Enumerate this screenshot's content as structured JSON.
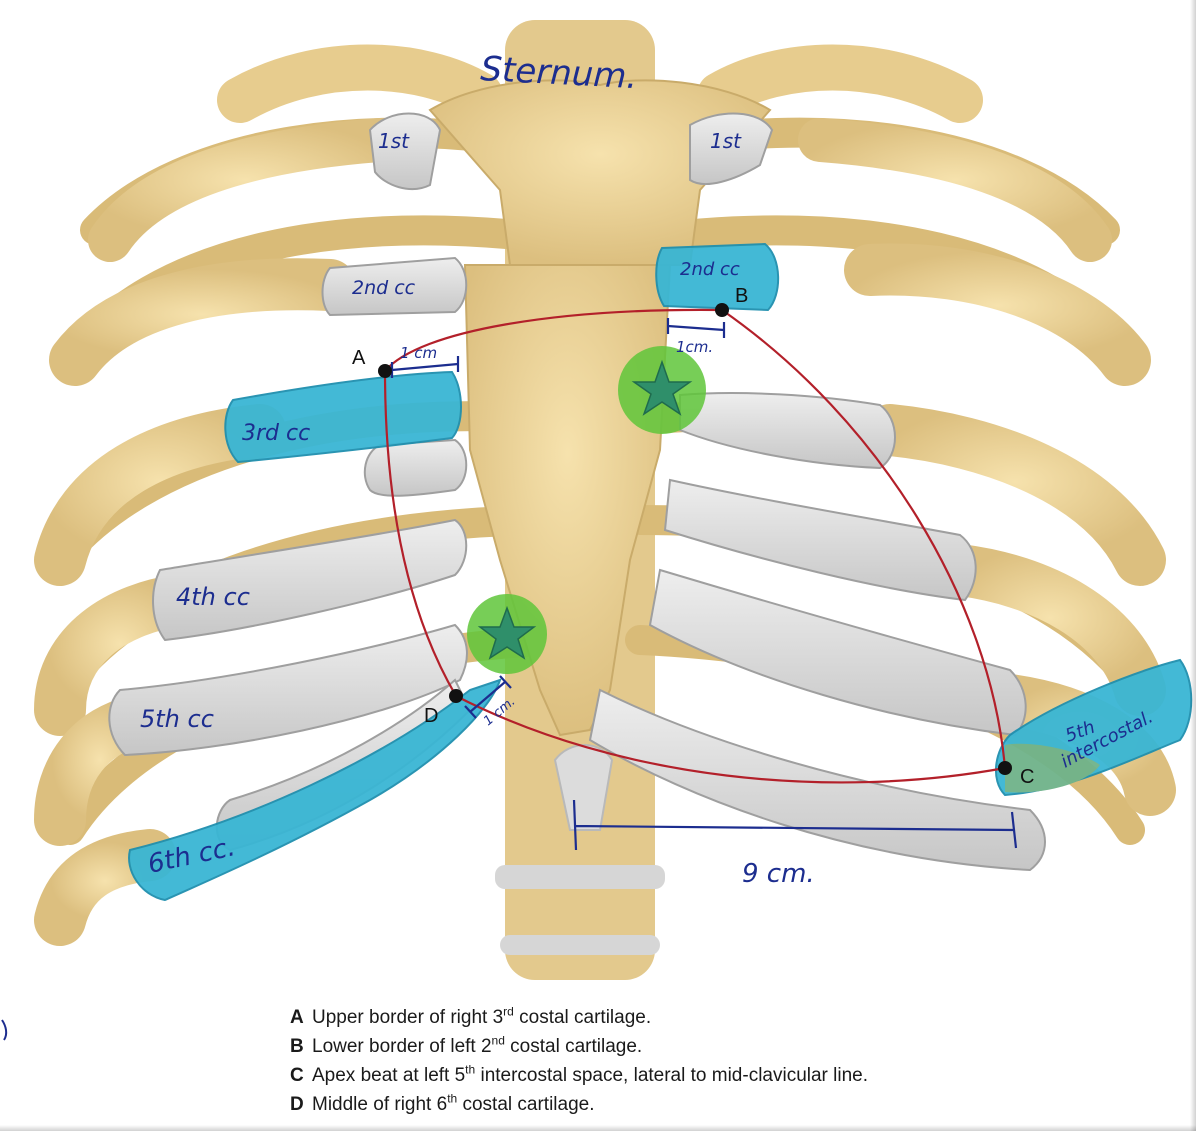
{
  "handwritten": {
    "sternum": "Sternum.",
    "rib1_right": "1st",
    "rib1_left": "1st",
    "cc2_right": "2nd cc",
    "cc2_left": "2nd cc",
    "cc3_right": "3rd cc",
    "cc4_right": "4th cc",
    "cc5_right": "5th cc",
    "cc6_right": "6th cc.",
    "intercostal_5th_line1": "5th",
    "intercostal_5th_line2": "intercostal.",
    "measure_a": "1 cm",
    "measure_b": "1cm.",
    "measure_d": "1 cm.",
    "measure_c": "9 cm."
  },
  "points": {
    "a": "A",
    "b": "B",
    "c": "C",
    "d": "D"
  },
  "legend": [
    {
      "letter": "A",
      "before": "Upper border of right 3",
      "sup": "rd",
      "after": " costal cartilage."
    },
    {
      "letter": "B",
      "before": "Lower border of left 2",
      "sup": "nd",
      "after": " costal cartilage."
    },
    {
      "letter": "C",
      "before": "Apex beat at left 5",
      "sup": "th",
      "after": " intercostal space, lateral to mid-clavicular line."
    },
    {
      "letter": "D",
      "before": "Middle of right 6",
      "sup": "th",
      "after": " costal cartilage."
    }
  ],
  "colors": {
    "background": "#ffffff",
    "bone": "#e9cf93",
    "cartilage": "#d9d9d9",
    "highlight": "#39b6d4",
    "star_glow": "#5fc63a",
    "star": "#2f8f6a",
    "outline_line": "#b3202a",
    "ink": "#1c2d8f"
  }
}
